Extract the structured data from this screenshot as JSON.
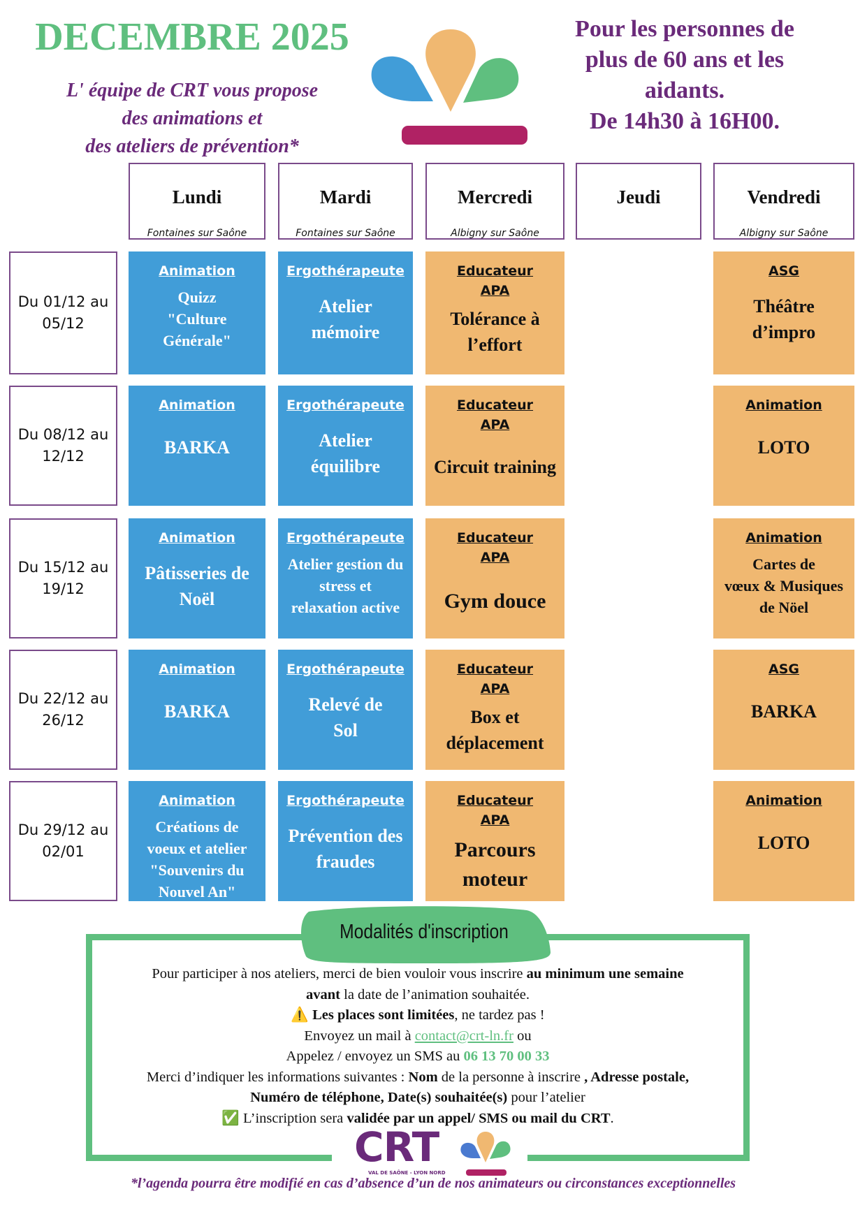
{
  "header": {
    "title": "DECEMBRE 2025",
    "subtitle_lines": [
      "L' équipe de CRT vous propose",
      "des animations et",
      "des ateliers de prévention*"
    ],
    "audience_lines": [
      "Pour les personnes de",
      "plus de 60 ans et les",
      "aidants.",
      "De 14h30 à 16H00."
    ]
  },
  "colors": {
    "green": "#5fbf7f",
    "purple": "#6a2a7a",
    "blue": "#419dd8",
    "orange": "#f0b871",
    "magenta": "#b02264"
  },
  "days": [
    {
      "name": "Lundi",
      "location": "Fontaines sur Saône"
    },
    {
      "name": "Mardi",
      "location": "Fontaines sur Saône"
    },
    {
      "name": "Mercredi",
      "location": "Albigny sur Saône"
    },
    {
      "name": "Jeudi",
      "location": ""
    },
    {
      "name": "Vendredi",
      "location": "Albigny sur Saône"
    }
  ],
  "weeks": [
    {
      "label_lines": [
        "Du 01/12 au",
        "05/12"
      ],
      "monday": {
        "role": "Animation",
        "activity_lines": [
          "Quizz",
          "\"Culture",
          "Générale\""
        ]
      },
      "tuesday": {
        "role": "Ergothérapeute",
        "activity_lines": [
          "Atelier",
          "mémoire"
        ]
      },
      "wednesday": {
        "role_lines": [
          "Educateur",
          "APA"
        ],
        "activity_lines": [
          "Tolérance à",
          "l’effort"
        ]
      },
      "friday": {
        "role": "ASG",
        "activity_lines": [
          "Théâtre",
          "d’impro"
        ]
      }
    },
    {
      "label_lines": [
        "Du 08/12 au",
        "12/12"
      ],
      "monday": {
        "role": "Animation",
        "activity_lines": [
          "BARKA"
        ]
      },
      "tuesday": {
        "role": "Ergothérapeute",
        "activity_lines": [
          "Atelier",
          "équilibre"
        ]
      },
      "wednesday": {
        "role_lines": [
          "Educateur",
          "APA"
        ],
        "activity_lines": [
          "Circuit training"
        ]
      },
      "friday": {
        "role": "Animation",
        "activity_lines": [
          "LOTO"
        ]
      }
    },
    {
      "label_lines": [
        "Du 15/12 au",
        "19/12"
      ],
      "monday": {
        "role": "Animation",
        "activity_lines": [
          "Pâtisseries de",
          "Noël"
        ]
      },
      "tuesday": {
        "role": "Ergothérapeute",
        "activity_lines": [
          "Atelier gestion du",
          "stress et",
          "relaxation active"
        ]
      },
      "wednesday": {
        "role_lines": [
          "Educateur",
          "APA"
        ],
        "activity_lines": [
          "Gym douce"
        ]
      },
      "friday": {
        "role": "Animation",
        "activity_lines": [
          "Cartes de",
          "vœux & Musiques",
          "de Nöel"
        ]
      }
    },
    {
      "label_lines": [
        "Du 22/12 au",
        "26/12"
      ],
      "monday": {
        "role": "Animation",
        "activity_lines": [
          "BARKA"
        ]
      },
      "tuesday": {
        "role": "Ergothérapeute",
        "activity_lines": [
          "Relevé de",
          "Sol"
        ]
      },
      "wednesday": {
        "role_lines": [
          "Educateur",
          "APA"
        ],
        "activity_lines": [
          "Box et",
          "déplacement"
        ]
      },
      "friday": {
        "role": "ASG",
        "activity_lines": [
          "BARKA"
        ]
      }
    },
    {
      "label_lines": [
        "Du 29/12 au",
        "02/01"
      ],
      "monday": {
        "role": "Animation",
        "activity_lines": [
          "Créations de",
          "voeux et atelier",
          "\"Souvenirs du",
          "Nouvel An\""
        ]
      },
      "tuesday": {
        "role": "Ergothérapeute",
        "activity_lines": [
          "Prévention des",
          "fraudes"
        ]
      },
      "wednesday": {
        "role_lines": [
          "Educateur",
          "APA"
        ],
        "activity_lines": [
          "Parcours",
          "moteur"
        ]
      },
      "friday": {
        "role": "Animation",
        "activity_lines": [
          "LOTO"
        ]
      }
    }
  ],
  "inscription": {
    "title": "Modalités d'inscription",
    "line1_a": "Pour participer à nos ateliers, merci de bien vouloir vous inscrire ",
    "line1_b": "au minimum une semaine",
    "line2_a": "avant",
    "line2_b": " la date de l’animation souhaitée.",
    "warning_icon": "⚠️",
    "line3_a": "Les places sont limitées",
    "line3_b": ", ne tardez pas !",
    "line4_a": "Envoyez un mail à ",
    "email": "contact@crt-ln.fr",
    "line4_b": " ou",
    "line5_a": "Appelez / envoyez un SMS au ",
    "phone": "06 13 70 00 33",
    "line6_a": "Merci d’indiquer les informations suivantes : ",
    "line6_b": "Nom",
    "line6_c": " de la personne à inscrire ",
    "line6_d": ", Adresse postale,",
    "line7_a": "Numéro de téléphone, Date(s) souhaitée(s)",
    "line7_b": " pour l’atelier",
    "check_icon": "✅",
    "line8_a": " L’inscription sera ",
    "line8_b": "validée par un appel/ SMS ou mail du CRT",
    "line8_c": "."
  },
  "logo": {
    "name": "CRT",
    "tagline": "VAL DE SAÔNE - LYON NORD"
  },
  "footer": "*l’agenda pourra être modifié en cas d’absence d’un de nos animateurs ou circonstances exceptionnelles"
}
